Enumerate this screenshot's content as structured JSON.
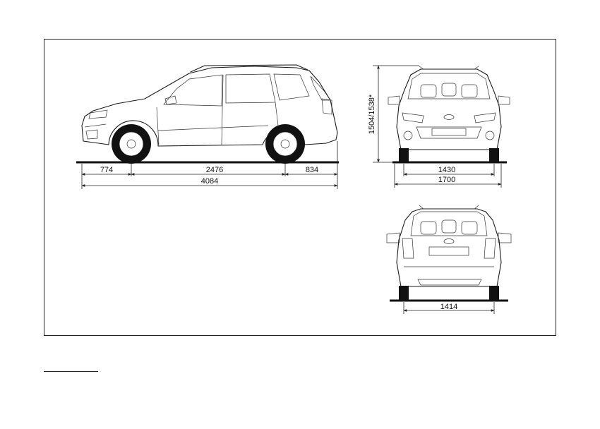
{
  "dimensions": {
    "front_overhang": "774",
    "wheelbase": "2476",
    "rear_overhang": "834",
    "overall_length": "4084",
    "height": "1504/1538*",
    "front_track": "1430",
    "overall_width": "1700",
    "rear_track": "1414"
  }
}
